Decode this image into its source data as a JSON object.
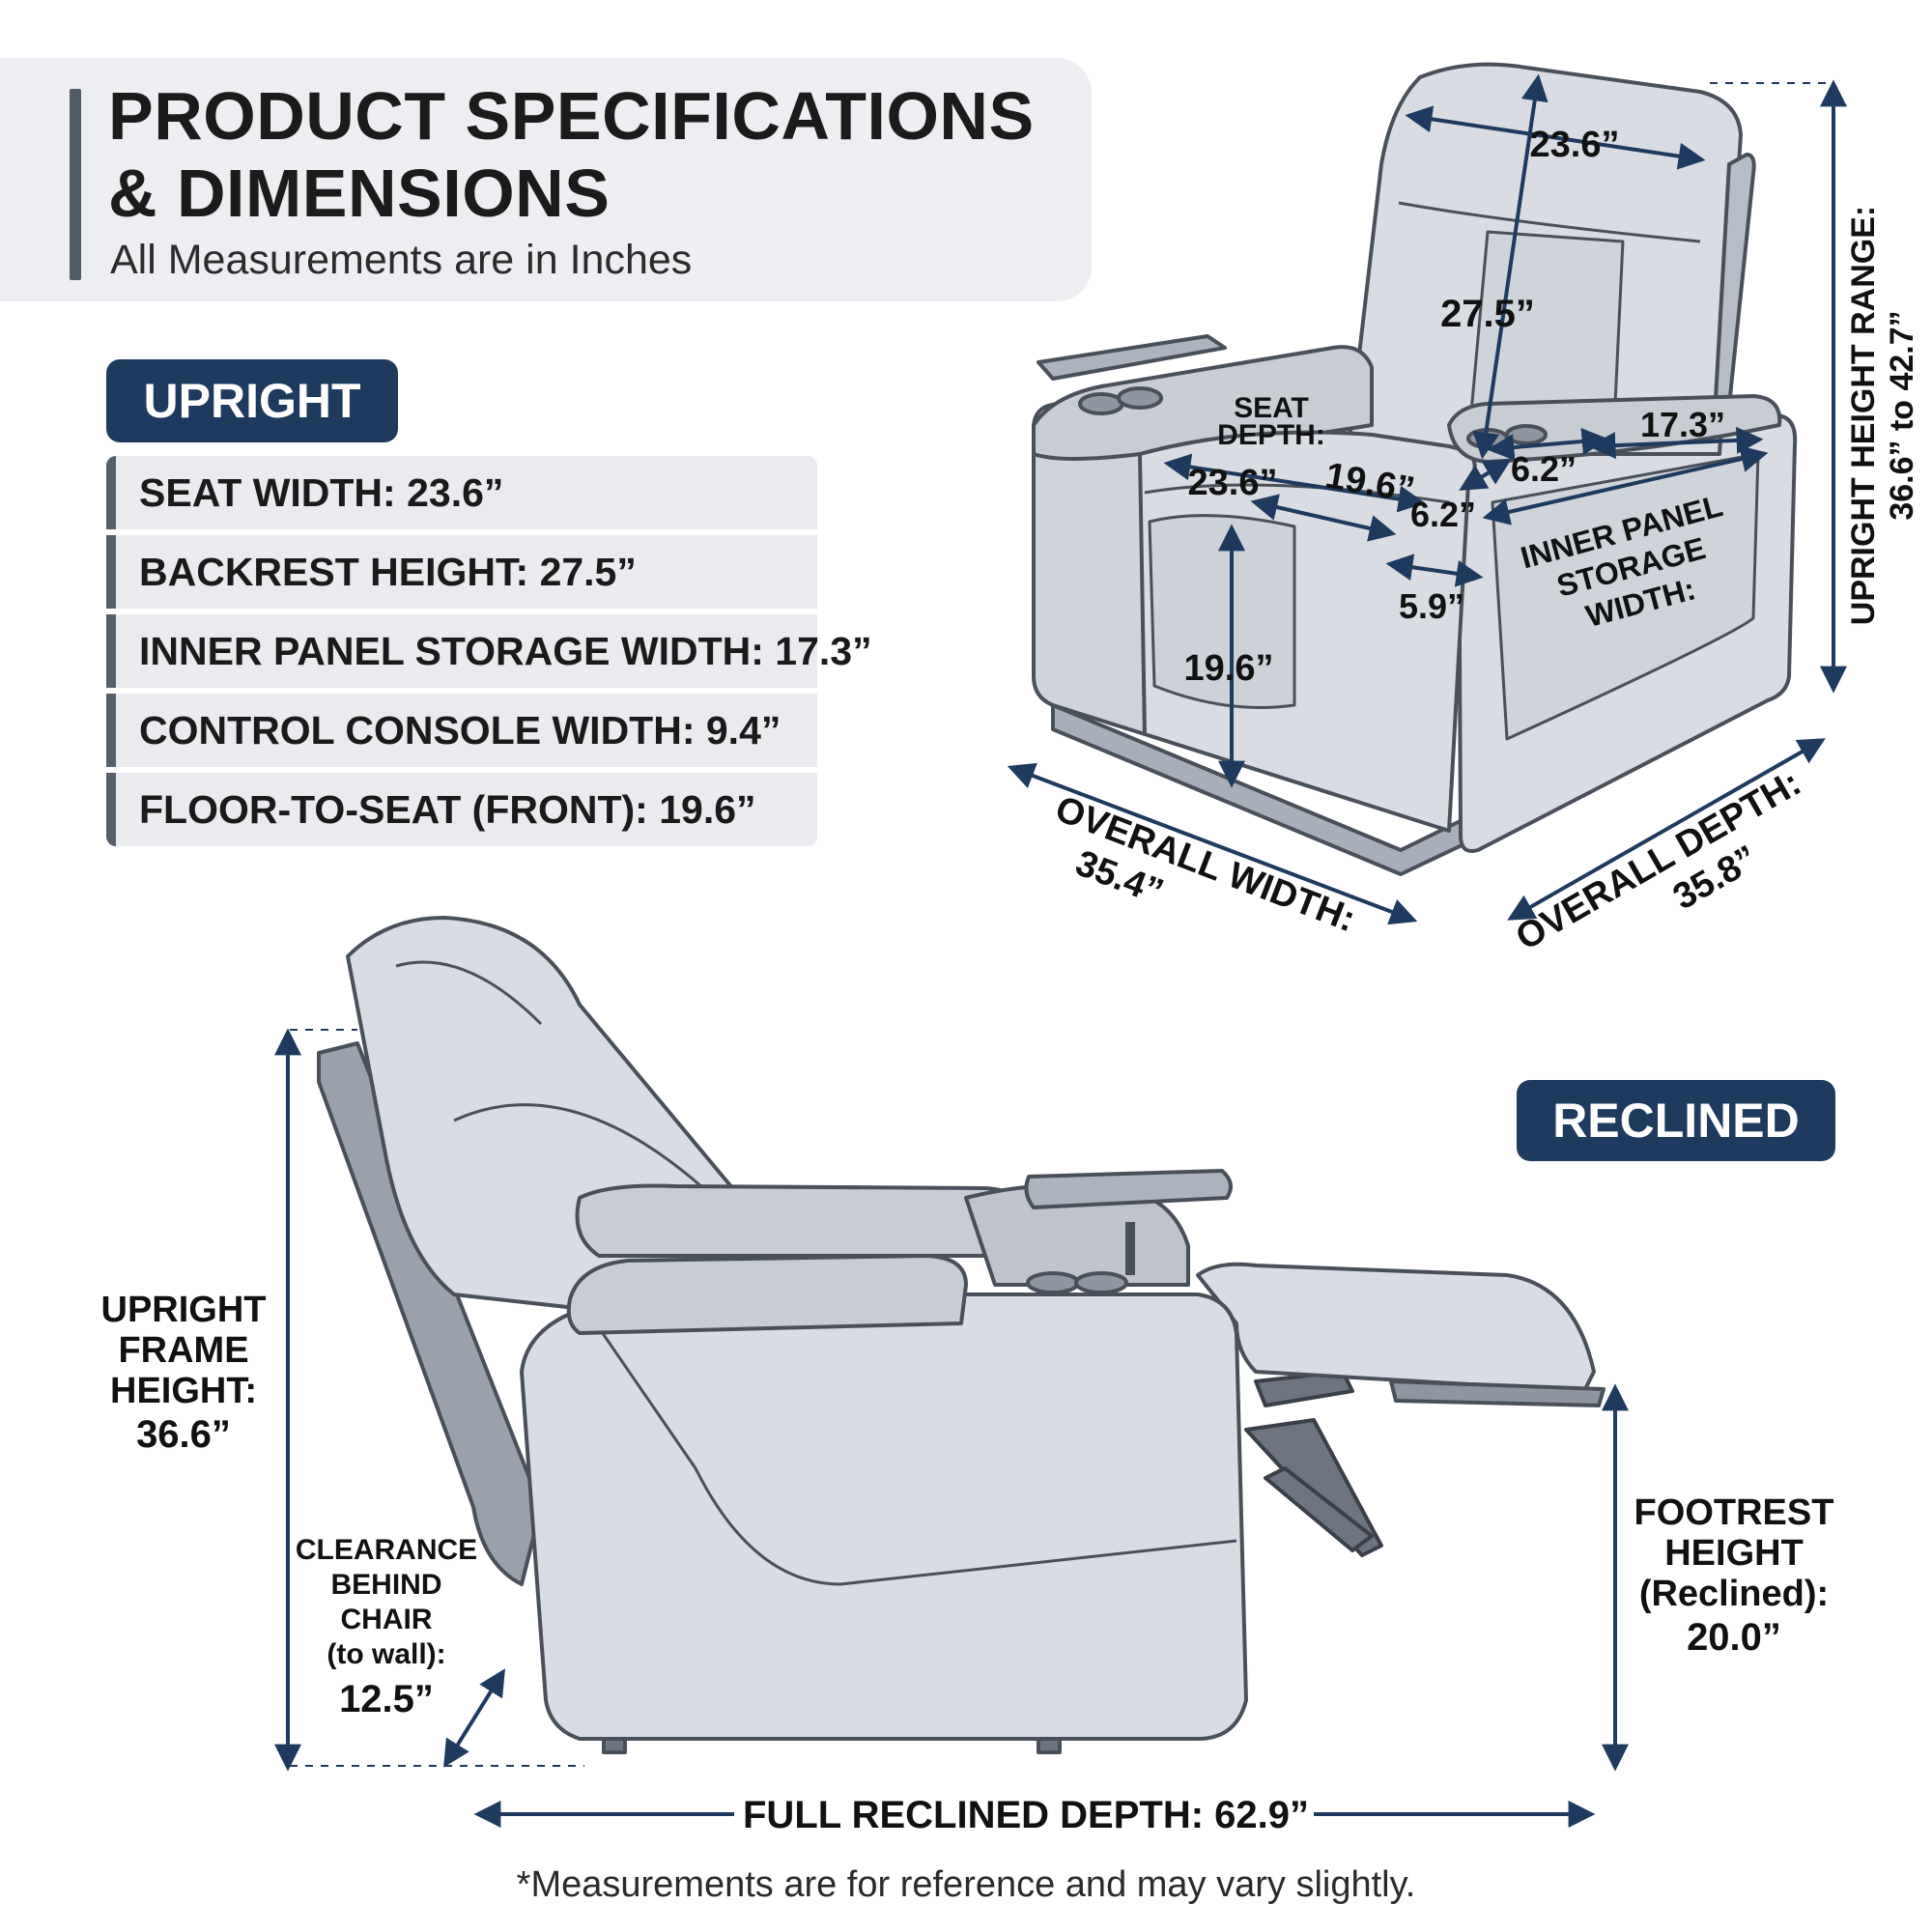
{
  "header": {
    "title": "PRODUCT SPECIFICATIONS\n& DIMENSIONS",
    "subtitle": "All Measurements are in Inches"
  },
  "sections": {
    "upright": "UPRIGHT",
    "reclined": "RECLINED"
  },
  "specs": [
    "SEAT WIDTH: 23.6”",
    "BACKREST HEIGHT: 27.5”",
    "INNER PANEL STORAGE WIDTH: 17.3”",
    "CONTROL CONSOLE WIDTH: 9.4”",
    "FLOOR-TO-SEAT (FRONT): 19.6”"
  ],
  "upright_diagram": {
    "headrest_width": "23.6”",
    "backrest_height": "27.5”",
    "seat_depth_label_1": "SEAT",
    "seat_depth_label_2": "DEPTH:",
    "seat_width": "23.6”",
    "seat_depth": "19.6”",
    "cupholder_1": "6.2”",
    "cupholder_2": "6.2”",
    "inner_panel_width": "17.3”",
    "gap": "5.9”",
    "inner_panel_line_1": "INNER PANEL",
    "inner_panel_line_2": "STORAGE",
    "inner_panel_line_3": "WIDTH:",
    "front_height": "19.6”",
    "height_range_line_1": "UPRIGHT HEIGHT RANGE:",
    "height_range_line_2": "36.6” to 42.7”",
    "overall_width_label": "OVERALL WIDTH:",
    "overall_width_value": "35.4”",
    "overall_depth_label": "OVERALL DEPTH:",
    "overall_depth_value": "35.8”"
  },
  "reclined_diagram": {
    "frame_height_line_1": "UPRIGHT",
    "frame_height_line_2": "FRAME",
    "frame_height_line_3": "HEIGHT:",
    "frame_height_value": "36.6”",
    "clearance_line_1": "CLEARANCE",
    "clearance_line_2": "BEHIND",
    "clearance_line_3": "CHAIR",
    "clearance_line_4": "(to wall):",
    "clearance_value": "12.5”",
    "footrest_line_1": "FOOTREST",
    "footrest_line_2": "HEIGHT",
    "footrest_line_3": "(Reclined):",
    "footrest_value": "20.0”",
    "full_depth": "FULL RECLINED DEPTH: 62.9”"
  },
  "footnote": "*Measurements are for reference and may vary slightly.",
  "colors": {
    "navy": "#1f3a5f",
    "upholstery": "#d9dde3",
    "upholstery_dark": "#a9afb8",
    "outline": "#4a505a",
    "card": "#eceef1"
  }
}
